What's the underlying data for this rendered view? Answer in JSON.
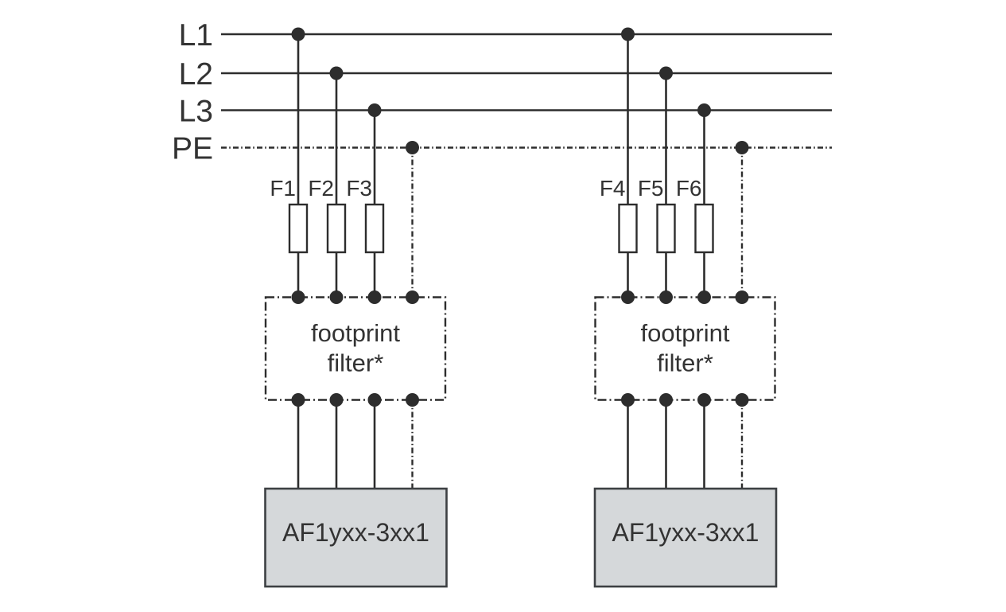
{
  "buses": {
    "labels": [
      "L1",
      "L2",
      "L3",
      "PE"
    ]
  },
  "circuits": [
    {
      "fuses": [
        "F1",
        "F2",
        "F3"
      ],
      "filter": {
        "line1": "footprint",
        "line2": "filter*"
      },
      "device": "AF1yxx-3xx1"
    },
    {
      "fuses": [
        "F4",
        "F5",
        "F6"
      ],
      "filter": {
        "line1": "footprint",
        "line2": "filter*"
      },
      "device": "AF1yxx-3xx1"
    }
  ],
  "colors": {
    "line": "#2d2d2d",
    "text": "#333333",
    "device_fill": "#d5d8da",
    "device_border": "#3d4043",
    "background": "#ffffff"
  }
}
